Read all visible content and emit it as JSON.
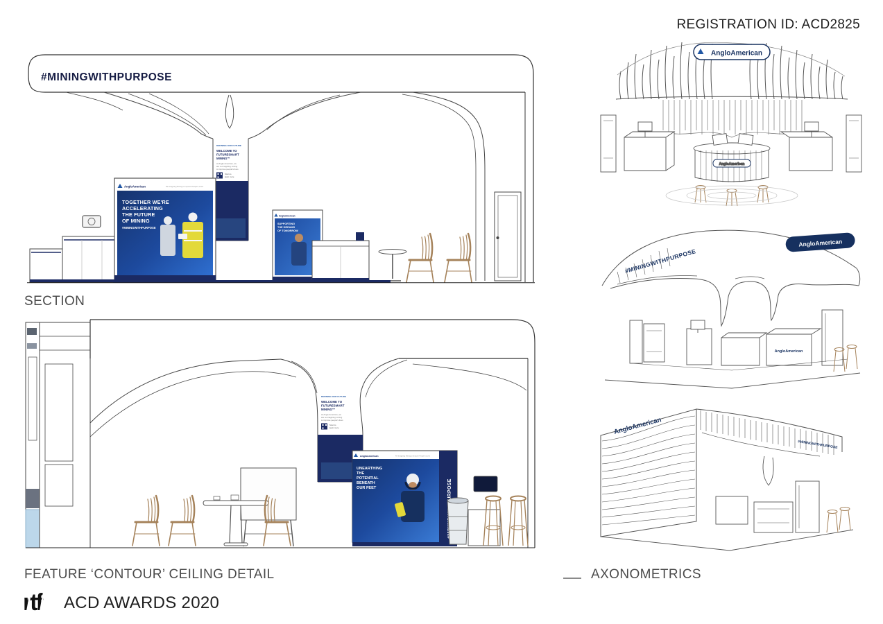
{
  "header": {
    "registration": "REGISTRATION ID: ACD2825"
  },
  "labels": {
    "section": "SECTION",
    "ceiling_detail": "FEATURE ‘CONTOUR’ CEILING DETAIL",
    "axonometrics": "AXONOMETRICS"
  },
  "footer": {
    "logo": "rtf",
    "awards": "ACD AWARDS 2020"
  },
  "brand": {
    "name": "AngloAmerican",
    "tagline": "Re-Imagining Mining to Improve People's Lives",
    "hashtag": "#MININGWITHPURPOSE"
  },
  "totem": {
    "eyebrow": "DEFINING OUR FUTURE",
    "title": [
      "WELCOME TO",
      "FUTURESMART",
      "MINING™"
    ],
    "body": [
      "At Anglo American, we",
      "are re-imagining mining",
      "to improve people's lives"
    ],
    "qr_caption": [
      "Scan to",
      "learn more"
    ]
  },
  "panels": {
    "together": {
      "lines": [
        "TOGETHER WE'RE",
        "ACCELERATING",
        "THE FUTURE",
        "OF MINING"
      ],
      "hashtag": "#MININGWITHPURPOSE"
    },
    "supporting": {
      "lines": [
        "SUPPORTING",
        "THE DREAMS",
        "OF TOMORROW"
      ]
    },
    "unearthing": {
      "lines": [
        "UNEARTHING",
        "THE",
        "POTENTIAL",
        "BENEATH",
        "OUR FEET"
      ]
    }
  },
  "colors": {
    "navy": "#1b2a63",
    "brand_blue": "#2157a4",
    "photo_blue": "#2f6fd0",
    "accent_yellow": "#e3d93a",
    "wood": "#a5825a",
    "light_blue_panel": "#bcd7ea",
    "line_gray": "#555555"
  }
}
